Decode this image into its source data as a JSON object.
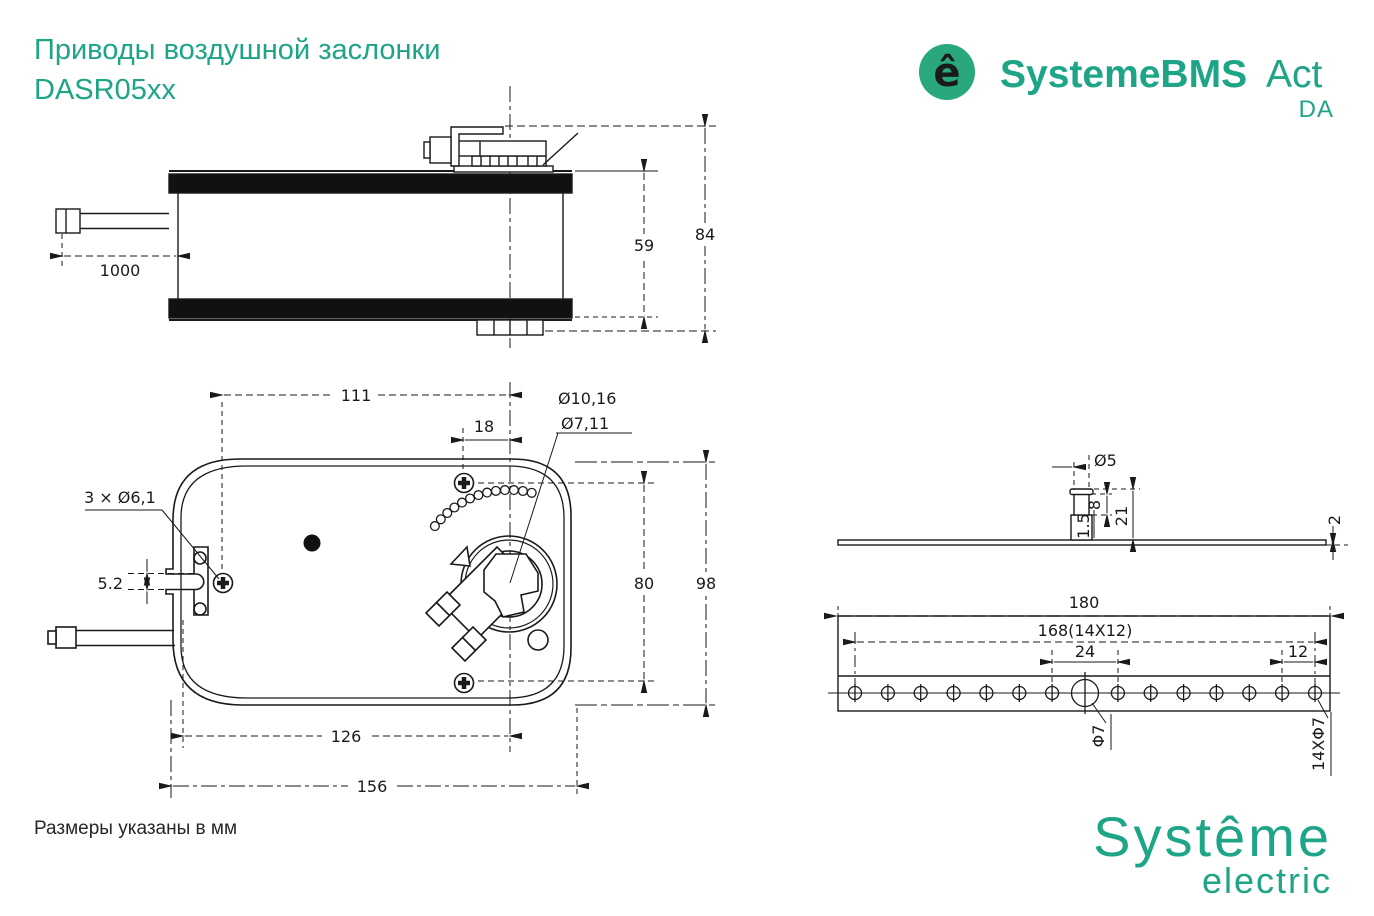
{
  "header": {
    "title_line1": "Приводы воздушной заслонки",
    "title_line2": "DASR05xx",
    "brand_logo": {
      "icon_letter": "ê",
      "name_bold": "SystemeBMS",
      "name_light": "Act",
      "variant": "DA"
    }
  },
  "footer": {
    "note": "Размеры указаны в мм",
    "logo_line1": "Systême",
    "logo_line2": "electric"
  },
  "colors": {
    "brand_teal": "#1EA487",
    "logo_circle": "#29A87E",
    "line_color": "#1a1a1a"
  },
  "drawings": {
    "side_view": {
      "label_cable_length": "1000",
      "label_body_height": "59",
      "label_total_height": "84"
    },
    "front_view": {
      "label_width_to_center": "111",
      "label_shaft_offset": "18",
      "label_shaft_dia_outer": "Ø10,16",
      "label_shaft_dia_inner": "Ø7,11",
      "label_mount_holes": "3 × Ø6,1",
      "label_slot_width": "5.2",
      "label_screw_span": "80",
      "label_height_total": "98",
      "label_width_inner": "126",
      "label_width_total": "156"
    },
    "bracket_side_view": {
      "label_pin_dia": "Ø5",
      "label_pin_neck_height": "8",
      "label_pin_flange": "1.5",
      "label_pin_total_height": "21",
      "label_plate_thickness": "2"
    },
    "bracket_top_view": {
      "label_total_width": "180",
      "label_hole_span": "168(14X12)",
      "label_center_pitch": "24",
      "label_edge_pitch": "12",
      "label_center_hole_dia": "Φ7",
      "label_holes_count_dia": "14XΦ7"
    }
  }
}
